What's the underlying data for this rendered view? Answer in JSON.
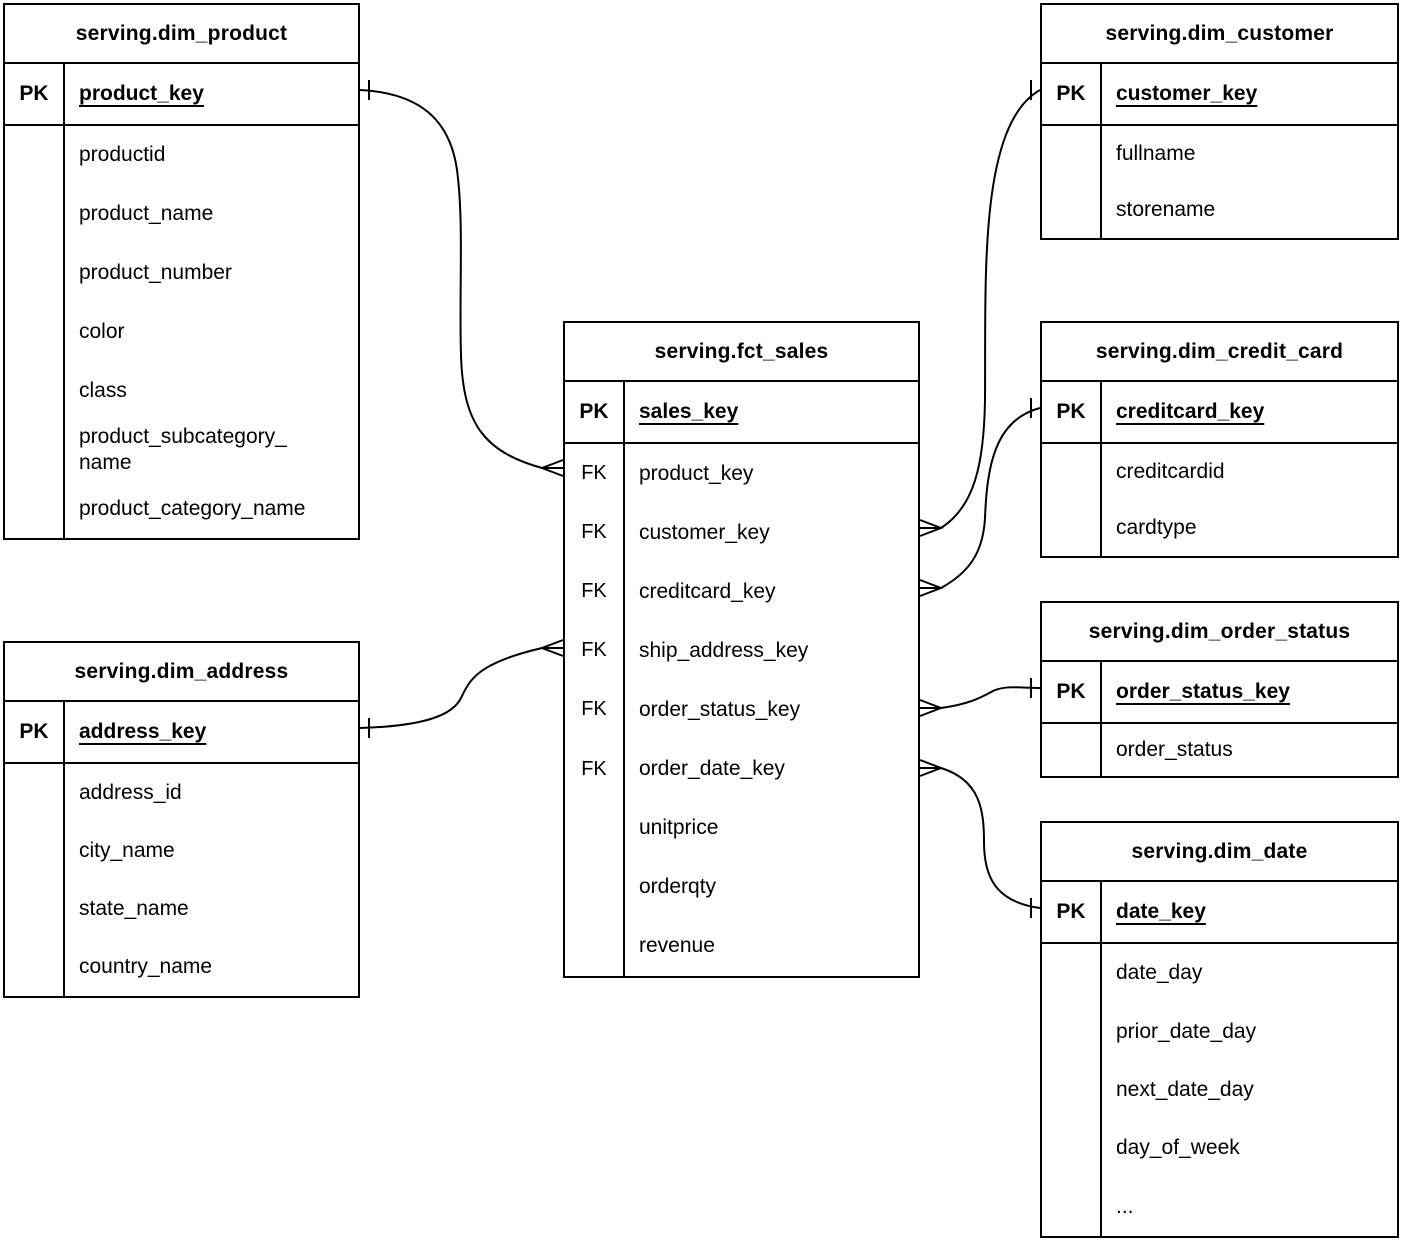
{
  "colors": {
    "background": "#ffffff",
    "line": "#000000",
    "text": "#000000"
  },
  "notation": "crow-foot",
  "tables": [
    {
      "name": "serving.dim_product",
      "pk": {
        "badge": "PK",
        "field": "product_key"
      },
      "fields": [
        {
          "badge": "",
          "name": "productid"
        },
        {
          "badge": "",
          "name": "product_name"
        },
        {
          "badge": "",
          "name": "product_number"
        },
        {
          "badge": "",
          "name": "color"
        },
        {
          "badge": "",
          "name": "class"
        },
        {
          "badge": "",
          "name": "product_subcategory_\nname"
        },
        {
          "badge": "",
          "name": "product_category_name"
        }
      ]
    },
    {
      "name": "serving.dim_customer",
      "pk": {
        "badge": "PK",
        "field": "customer_key"
      },
      "fields": [
        {
          "badge": "",
          "name": "fullname"
        },
        {
          "badge": "",
          "name": "storename"
        }
      ]
    },
    {
      "name": "serving.fct_sales",
      "pk": {
        "badge": "PK",
        "field": "sales_key"
      },
      "fields": [
        {
          "badge": "FK",
          "name": "product_key"
        },
        {
          "badge": "FK",
          "name": "customer_key"
        },
        {
          "badge": "FK",
          "name": "creditcard_key"
        },
        {
          "badge": "FK",
          "name": "ship_address_key"
        },
        {
          "badge": "FK",
          "name": "order_status_key"
        },
        {
          "badge": "FK",
          "name": "order_date_key"
        },
        {
          "badge": "",
          "name": "unitprice"
        },
        {
          "badge": "",
          "name": "orderqty"
        },
        {
          "badge": "",
          "name": "revenue"
        }
      ]
    },
    {
      "name": "serving.dim_credit_card",
      "pk": {
        "badge": "PK",
        "field": "creditcard_key"
      },
      "fields": [
        {
          "badge": "",
          "name": "creditcardid"
        },
        {
          "badge": "",
          "name": "cardtype"
        }
      ]
    },
    {
      "name": "serving.dim_address",
      "pk": {
        "badge": "PK",
        "field": "address_key"
      },
      "fields": [
        {
          "badge": "",
          "name": "address_id"
        },
        {
          "badge": "",
          "name": "city_name"
        },
        {
          "badge": "",
          "name": "state_name"
        },
        {
          "badge": "",
          "name": "country_name"
        }
      ]
    },
    {
      "name": "serving.dim_order_status",
      "pk": {
        "badge": "PK",
        "field": "order_status_key"
      },
      "fields": [
        {
          "badge": "",
          "name": "order_status"
        }
      ]
    },
    {
      "name": "serving.dim_date",
      "pk": {
        "badge": "PK",
        "field": "date_key"
      },
      "fields": [
        {
          "badge": "",
          "name": "date_day"
        },
        {
          "badge": "",
          "name": "prior_date_day"
        },
        {
          "badge": "",
          "name": "next_date_day"
        },
        {
          "badge": "",
          "name": "day_of_week"
        },
        {
          "badge": "",
          "name": "..."
        }
      ]
    }
  ],
  "relationships": [
    {
      "one_side": "serving.dim_product.product_key",
      "many_side": "serving.fct_sales.product_key"
    },
    {
      "one_side": "serving.dim_customer.customer_key",
      "many_side": "serving.fct_sales.customer_key"
    },
    {
      "one_side": "serving.dim_credit_card.creditcard_key",
      "many_side": "serving.fct_sales.creditcard_key"
    },
    {
      "one_side": "serving.dim_address.address_key",
      "many_side": "serving.fct_sales.ship_address_key"
    },
    {
      "one_side": "serving.dim_order_status.order_status_key",
      "many_side": "serving.fct_sales.order_status_key"
    },
    {
      "one_side": "serving.dim_date.date_key",
      "many_side": "serving.fct_sales.order_date_key"
    }
  ]
}
